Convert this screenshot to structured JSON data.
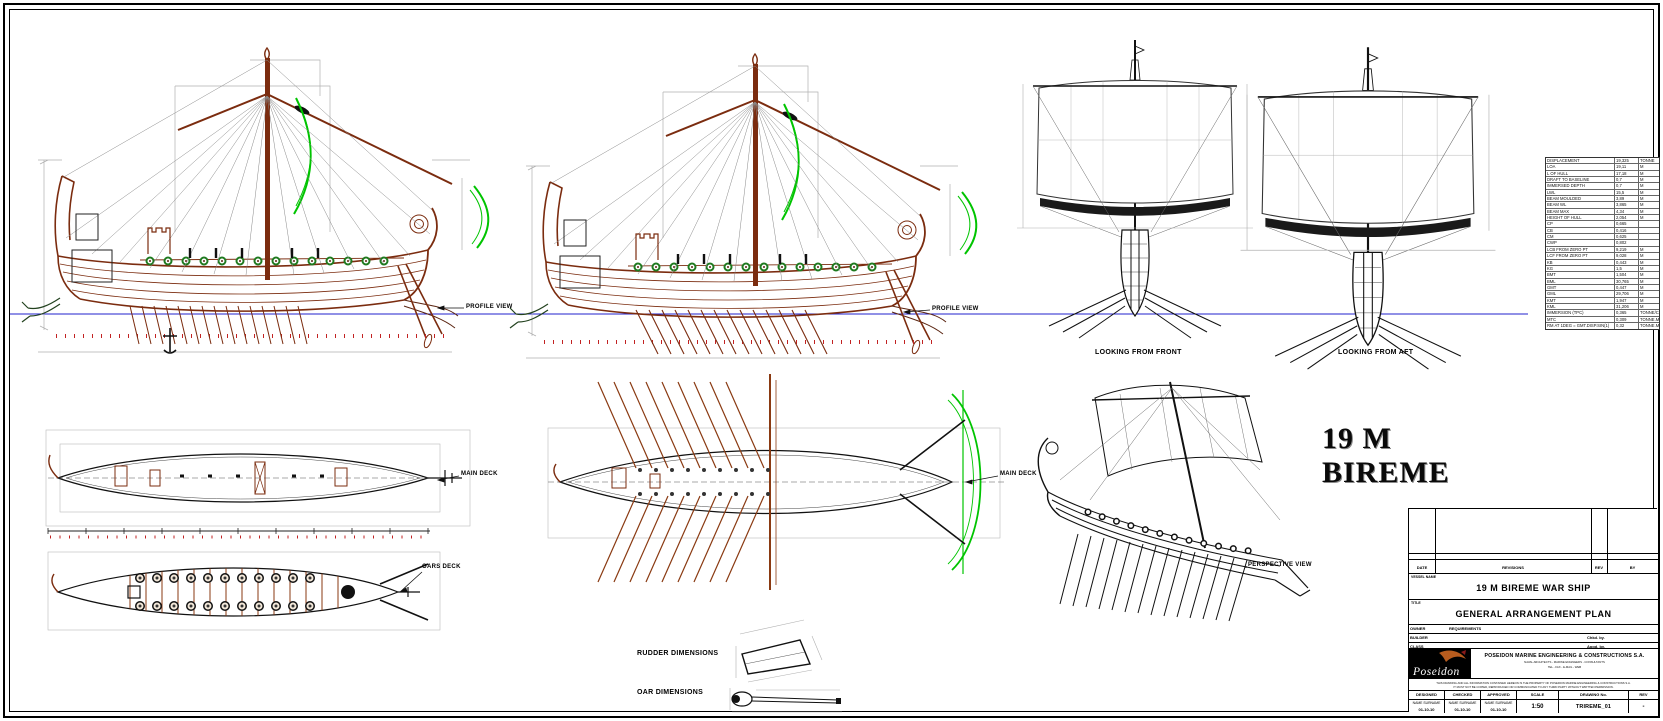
{
  "sheet_title": "19 M BIREME",
  "labels": {
    "profile_view_1": "PROFILE VIEW",
    "profile_view_2": "PROFILE VIEW",
    "looking_from_front": "LOOKING FROM FRONT",
    "looking_from_aft": "LOOKING FROM AFT",
    "main_deck_left": "MAIN DECK",
    "main_deck_middle": "MAIN DECK",
    "oars_deck": "OARS DECK",
    "perspective_view": "PERSPECTIVE VIEW",
    "rudder_dimensions": "RUDDER DIMENSIONS",
    "oar_dimensions": "OAR DIMENSIONS"
  },
  "hydro": {
    "rows": [
      {
        "name": "DISPLACEMENT",
        "value": "19,325",
        "unit": "TONNE"
      },
      {
        "name": "LOA",
        "value": "19,11",
        "unit": "M"
      },
      {
        "name": "L OF HULL",
        "value": "17,18",
        "unit": "M"
      },
      {
        "name": "DRAFT TO BASELINE",
        "value": "0,7",
        "unit": "M"
      },
      {
        "name": "IMMERSED DEPTH",
        "value": "0,7",
        "unit": "M"
      },
      {
        "name": "LWL",
        "value": "15,5",
        "unit": "M"
      },
      {
        "name": "BEAM MOULDED",
        "value": "3,89",
        "unit": "M"
      },
      {
        "name": "BEAM WL",
        "value": "3,865",
        "unit": "M"
      },
      {
        "name": "BEAM MAX",
        "value": "4,34",
        "unit": "M"
      },
      {
        "name": "HEIGHT OF HULL",
        "value": "2,054",
        "unit": "M"
      },
      {
        "name": "CP",
        "value": "0,665",
        "unit": ""
      },
      {
        "name": "CB",
        "value": "0,416",
        "unit": ""
      },
      {
        "name": "CM",
        "value": "0,625",
        "unit": ""
      },
      {
        "name": "CWP",
        "value": "0,802",
        "unit": ""
      },
      {
        "name": "LCB FROM ZERO PT",
        "value": "9,219",
        "unit": "M"
      },
      {
        "name": "LCF FROM ZERO PT",
        "value": "9,028",
        "unit": "M"
      },
      {
        "name": "KB",
        "value": "0,443",
        "unit": "M"
      },
      {
        "name": "KG",
        "value": "1,5",
        "unit": "M"
      },
      {
        "name": "BMT",
        "value": "1,504",
        "unit": "M"
      },
      {
        "name": "BML",
        "value": "30,765",
        "unit": "M"
      },
      {
        "name": "GMT",
        "value": "0,447",
        "unit": "M"
      },
      {
        "name": "GML",
        "value": "29,706",
        "unit": "M"
      },
      {
        "name": "KMT",
        "value": "1,947",
        "unit": "M"
      },
      {
        "name": "KML",
        "value": "31,206",
        "unit": "M"
      },
      {
        "name": "IMMERSION (TPC)",
        "value": "0,365",
        "unit": "TONNE/CM"
      },
      {
        "name": "MTC",
        "value": "0,309",
        "unit": "TONNE.M"
      },
      {
        "name": "RM AT 1DEG = GMT.DISP.SIN(1)",
        "value": "0,32",
        "unit": "TONNE.M"
      }
    ]
  },
  "tb": {
    "rev_header": {
      "date": "DATE",
      "revisions": "REVISIONS",
      "rev": "REV",
      "by": "BY"
    },
    "vessel_label": "VESSEL NAME",
    "vessel_name": "19 M BIREME WAR SHIP",
    "title_label": "TITLE",
    "drawing_title": "GENERAL ARRANGEMENT PLAN",
    "info_rows": [
      {
        "label": "OWNER",
        "value": "REQUIREMENTS",
        "right": ""
      },
      {
        "label": "BUILDER",
        "value": "",
        "right": "Chkd. by."
      },
      {
        "label": "CLASS",
        "value": "",
        "right": "Appd. by."
      }
    ],
    "logo_text": "Poseidon",
    "company": {
      "name": "POSEIDON MARINE ENGINEERING & CONSTRUCTIONS S.A.",
      "line2": "NAVAL ARCHITECTS - MARINE ENGINEERS - CONSULTANTS",
      "line3": "TEL - FAX - E-MAIL - WEB"
    },
    "disclaimer": {
      "line1": "THIS DRAWING AND ALL INFORMATION CONTAINED HEREON IS THE PROPERTY OF POSEIDON MARINE ENGINEERING & CONSTRUCTIONS S.A.",
      "line2": "IT MUST NOT BE COPIED, REPRODUCED OR COMMUNICATED TO ANY THIRD PARTY WITHOUT WRITTEN PERMISSION."
    },
    "sign": {
      "cols": [
        {
          "header": "DESIGNED",
          "name": "NAME SURNAME",
          "date": "01-10-10"
        },
        {
          "header": "CHECKED",
          "name": "NAME SURNAME",
          "date": "01-10-10"
        },
        {
          "header": "APPROVED",
          "name": "NAME SURNAME",
          "date": "01-10-10"
        }
      ],
      "scale_label": "SCALE",
      "scale_value": "1:50",
      "dwg_label": "DRAWING No.",
      "dwg_value": "TRIREME_01",
      "rev_label": "REV",
      "rev_value": "-"
    }
  }
}
